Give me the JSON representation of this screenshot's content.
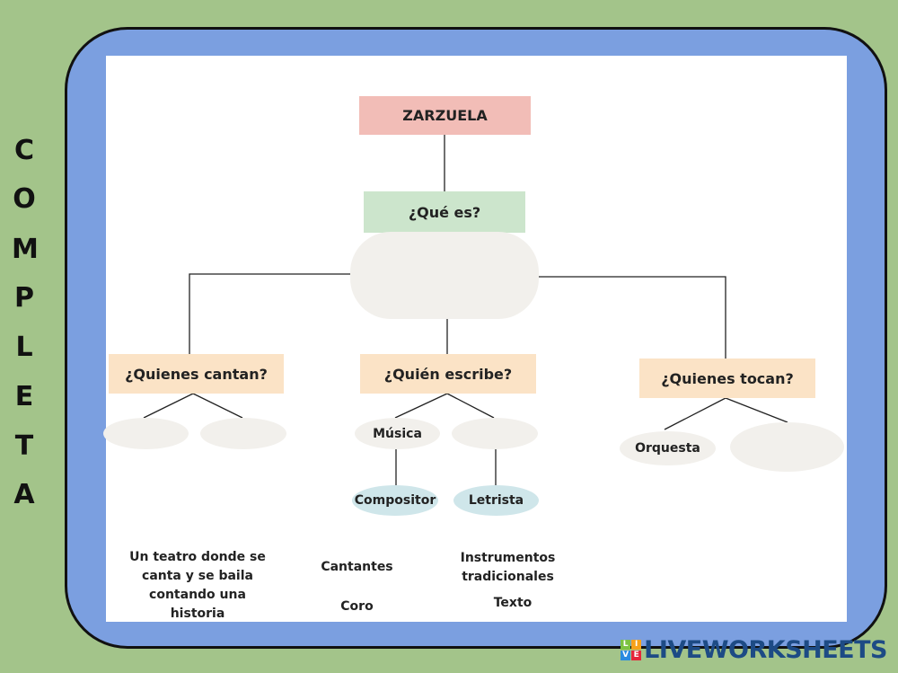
{
  "side_title_letters": [
    "C",
    "O",
    "M",
    "P",
    "L",
    "E",
    "T",
    "A"
  ],
  "diagram": {
    "root": "ZARZUELA",
    "question_what": "¿Qué es?",
    "question_sing": "¿Quienes cantan?",
    "question_write": "¿Quién escribe?",
    "question_play": "¿Quienes tocan?",
    "musica": "Música",
    "compositor": "Compositor",
    "letrista": "Letrista",
    "orquesta": "Orquesta"
  },
  "answer_options": [
    "Un teatro donde se canta y se baila contando una historia",
    "Cantantes",
    "Coro",
    "Instrumentos tradicionales",
    "Texto"
  ],
  "logo": {
    "text": "LIVEWORKSHEETS",
    "icon_letters": [
      "L",
      "I",
      "V",
      "E"
    ]
  },
  "colors": {
    "background": "#a3c48a",
    "frame": "#7b9fe0",
    "root": "#f2bdb7",
    "what": "#cce5cc",
    "questions": "#fbe3c6",
    "blank": "#f2f0ec",
    "teal": "#cfe6ea"
  }
}
